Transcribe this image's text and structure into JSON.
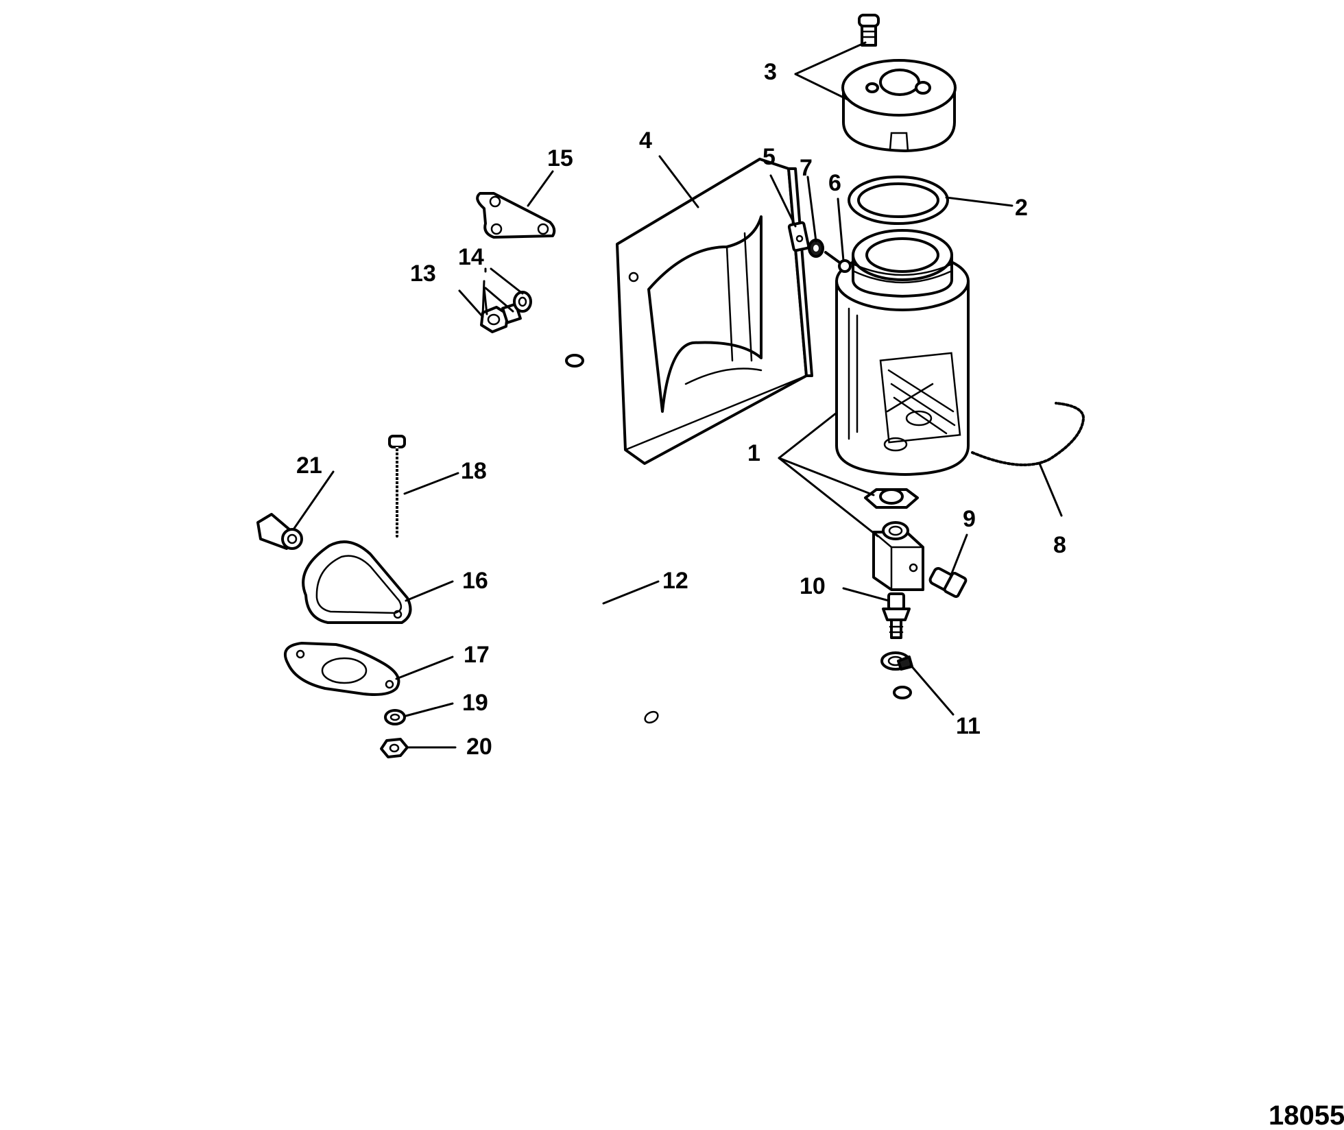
{
  "callouts": {
    "c1": "1",
    "c2": "2",
    "c3": "3",
    "c4": "4",
    "c5": "5",
    "c6": "6",
    "c7": "7",
    "c8": "8",
    "c9": "9",
    "c10": "10",
    "c11": "11",
    "c12": "12",
    "c13": "13",
    "c14": "14",
    "c15": "15",
    "c16": "16",
    "c17": "17",
    "c18": "18",
    "c19": "19",
    "c20": "20",
    "c21": "21"
  },
  "figure_number": "18055"
}
